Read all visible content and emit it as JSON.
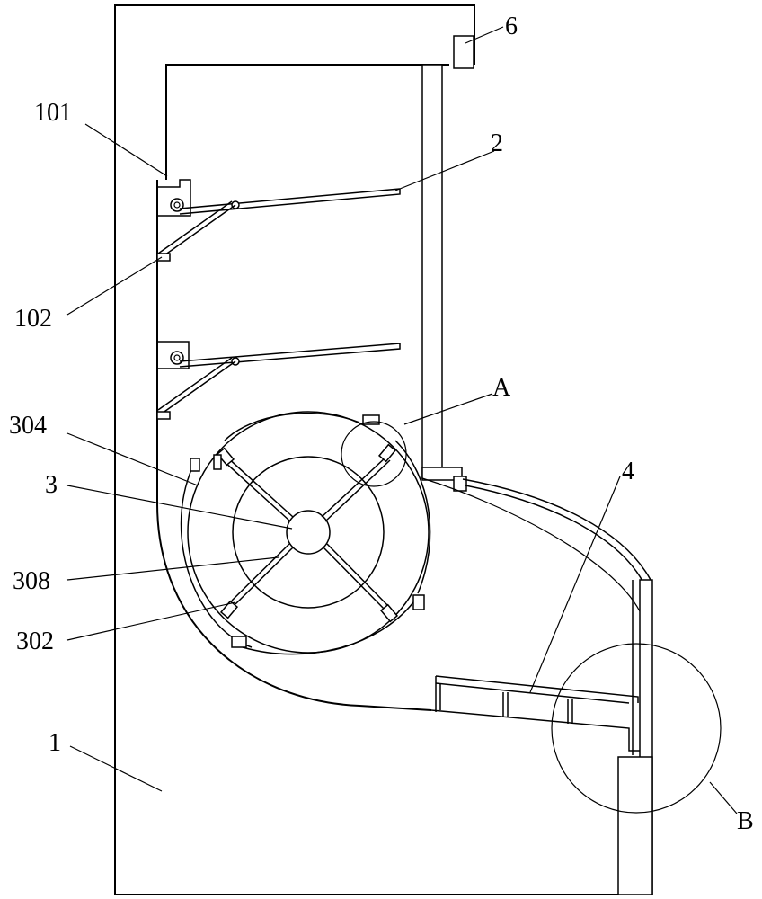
{
  "labels": {
    "l101": "101",
    "l2": "2",
    "l6": "6",
    "l102": "102",
    "lA": "A",
    "l304": "304",
    "l3": "3",
    "l4": "4",
    "l308": "308",
    "l302": "302",
    "l1": "1",
    "lB": "B"
  }
}
